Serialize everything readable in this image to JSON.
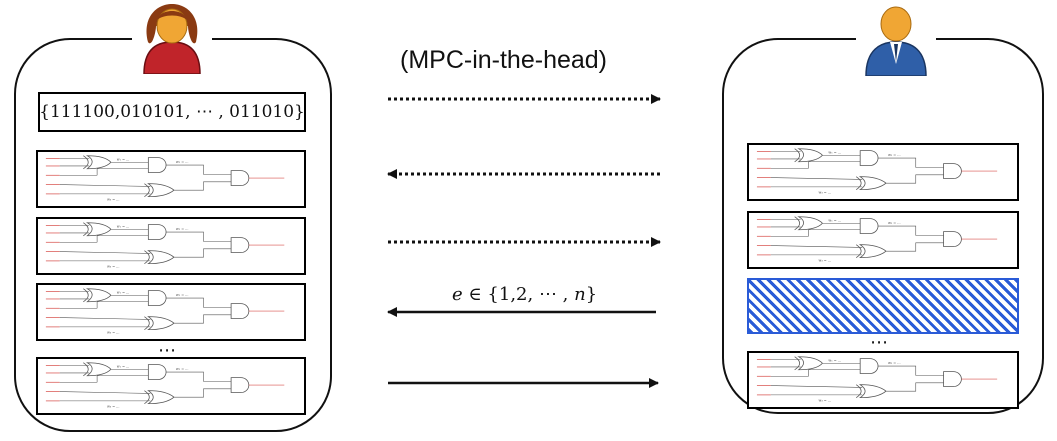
{
  "labels": {
    "protocol": "(MPC-in-the-head)",
    "challenge_prefix": "e",
    "challenge_set": " ∈ {1,2, ⋯ , ",
    "challenge_n": "n",
    "challenge_close": "}",
    "prover_vector": "{111100,010101, ⋯ , 011010}",
    "prover_ellipsis": "⋯",
    "verifier_ellipsis": "⋯"
  },
  "circuit_labels": {
    "out1": "w₁ = ...",
    "out2": "w₂ = ...",
    "out3": "w₃ = ..."
  },
  "colors": {
    "prover_avatar": "#c0242a",
    "prover_hair": "#8a3a12",
    "verifier_avatar": "#2f5fa8",
    "skin": "#f0a634",
    "hidden_fill": "#2a5bd7",
    "wire_red": "#d9534f"
  },
  "arrows": [
    {
      "direction": "right",
      "style": "dotted"
    },
    {
      "direction": "left",
      "style": "dotted"
    },
    {
      "direction": "right",
      "style": "dotted"
    },
    {
      "direction": "left",
      "style": "solid"
    },
    {
      "direction": "right",
      "style": "solid"
    }
  ]
}
